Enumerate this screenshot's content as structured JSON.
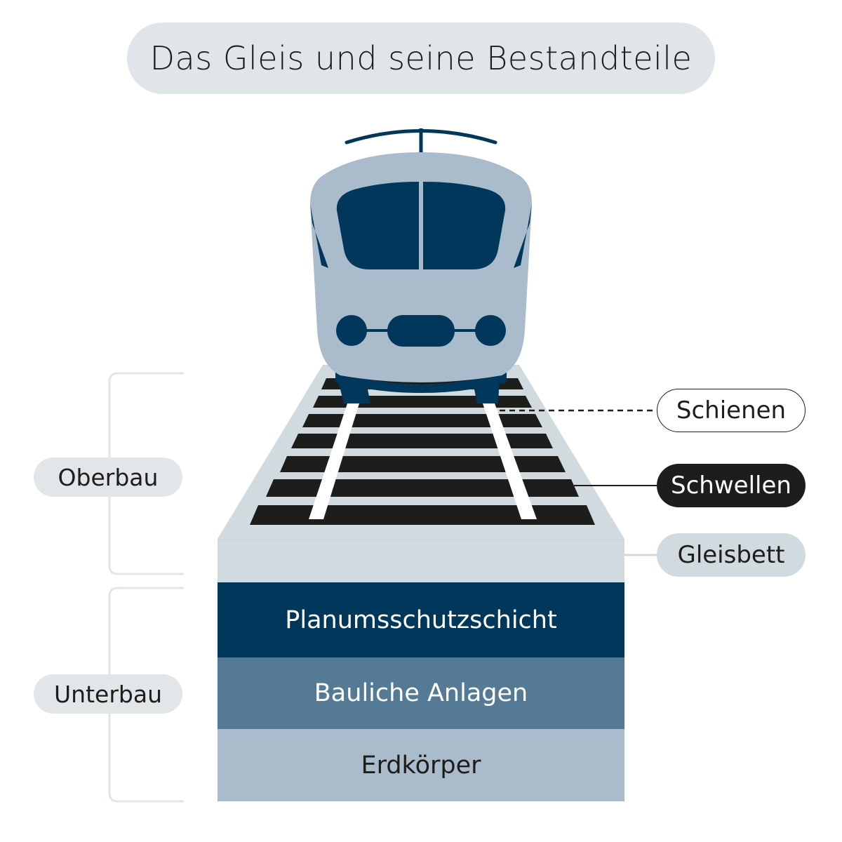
{
  "title": "Das Gleis und seine Bestandteile",
  "groups": {
    "oberbau": "Oberbau",
    "unterbau": "Unterbau"
  },
  "callouts": {
    "schienen": "Schienen",
    "schwellen": "Schwellen",
    "gleisbett": "Gleisbett"
  },
  "layers": [
    {
      "label": "Planumsschutzschicht",
      "color": "#02375c",
      "text_color": "#ffffff"
    },
    {
      "label": "Bauliche Anlagen",
      "color": "#557a96",
      "text_color": "#ffffff"
    },
    {
      "label": "Erdkörper",
      "color": "#aabccb",
      "text_color": "#1d1d1b"
    }
  ],
  "colors": {
    "navy": "#02375c",
    "train_body": "#aabccb",
    "ballast": "#d1dade",
    "sleeper": "#1d1d1b",
    "rail": "#ffffff",
    "bracket": "#e3e6e8"
  }
}
